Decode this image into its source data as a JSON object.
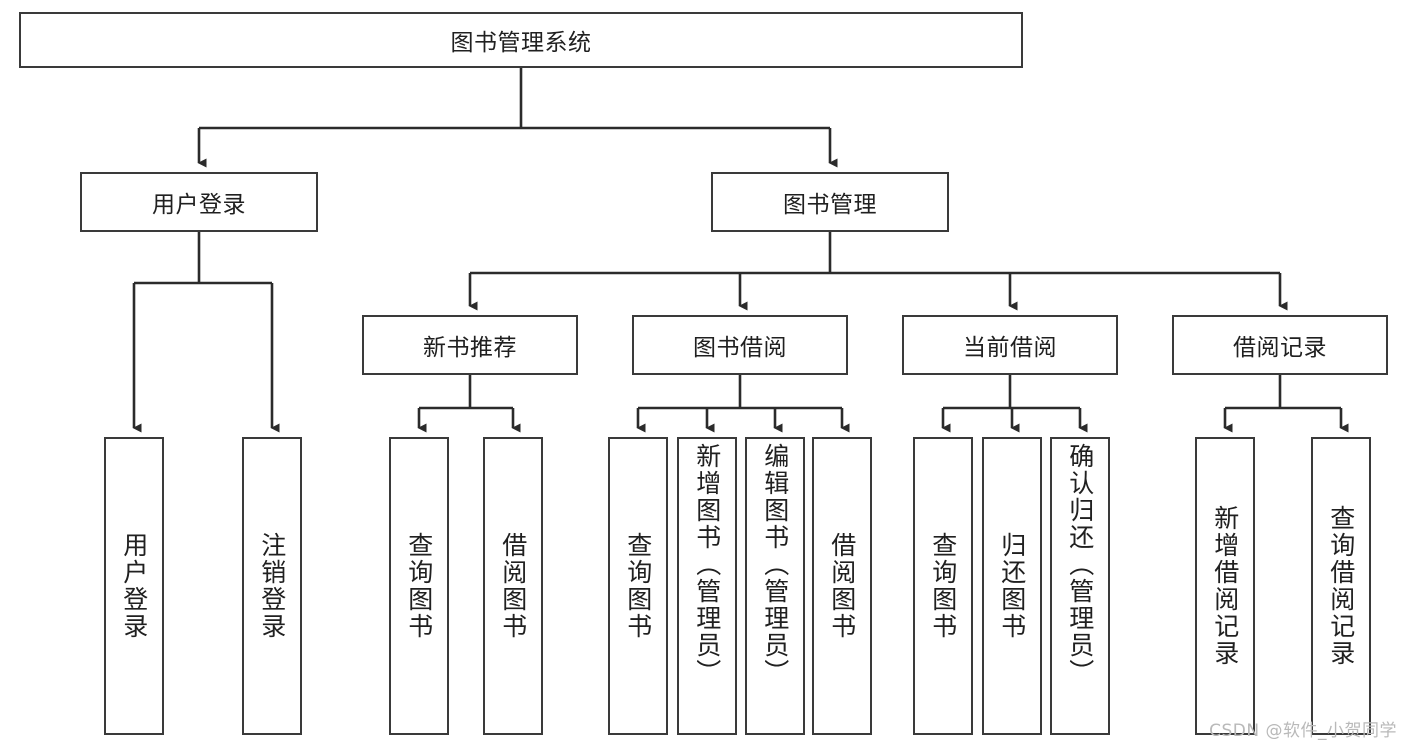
{
  "diagram": {
    "type": "tree-hierarchy-chart",
    "title": "图书管理系统",
    "watermark": "CSDN @软件_小贺同学",
    "colors": {
      "box_border": "#3a3a3a",
      "box_fill": "#ffffff",
      "connector": "#2b2b2b",
      "text": "#202020",
      "watermark": "#b9b9b9"
    },
    "root": {
      "label": "图书管理系统"
    },
    "level2": [
      {
        "label": "用户登录"
      },
      {
        "label": "图书管理"
      }
    ],
    "level3": [
      {
        "label": "新书推荐"
      },
      {
        "label": "图书借阅"
      },
      {
        "label": "当前借阅"
      },
      {
        "label": "借阅记录"
      }
    ],
    "leaves": {
      "user_login": [
        {
          "label": "用户登录"
        },
        {
          "label": "注销登录"
        }
      ],
      "new_book_recommend": [
        {
          "label": "查询图书"
        },
        {
          "label": "借阅图书"
        }
      ],
      "book_borrow": [
        {
          "label": "查询图书"
        },
        {
          "label": "新增图书（管理员）"
        },
        {
          "label": "编辑图书（管理员）"
        },
        {
          "label": "借阅图书"
        }
      ],
      "current_borrow": [
        {
          "label": "查询图书"
        },
        {
          "label": "归还图书"
        },
        {
          "label": "确认归还（管理员）"
        }
      ],
      "borrow_records": [
        {
          "label": "新增借阅记录"
        },
        {
          "label": "查询借阅记录"
        }
      ]
    }
  }
}
